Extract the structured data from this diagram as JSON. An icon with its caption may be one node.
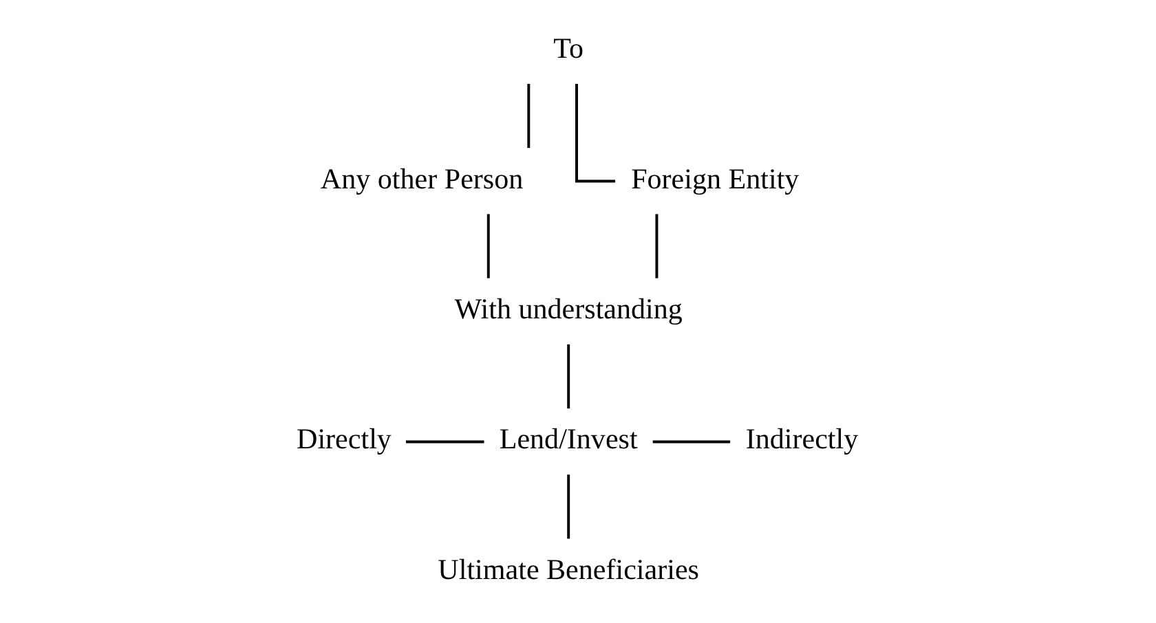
{
  "diagram": {
    "nodes": [
      {
        "text": [
          "To"
        ]
      },
      {
        "text": [
          "Any other Person"
        ]
      },
      {
        "text": [
          "Foreign Entity"
        ]
      },
      {
        "text": [
          "With understanding"
        ]
      },
      {
        "text": [
          "Directly"
        ]
      },
      {
        "text": [
          "Lend/Invest"
        ]
      },
      {
        "text": [
          "Indirectly"
        ]
      },
      {
        "text": [
          "Ultimate Beneficiaries"
        ]
      }
    ],
    "edges": [
      {
        "from": 0,
        "to": 1,
        "arrow": "none"
      },
      {
        "from": 0,
        "to": 2,
        "arrow": "none"
      },
      {
        "from": 1,
        "to": 3,
        "arrow": "none"
      },
      {
        "from": 2,
        "to": 3,
        "arrow": "none"
      },
      {
        "from": 3,
        "to": 5,
        "arrow": "none"
      },
      {
        "from": 4,
        "to": 5,
        "arrow": "none"
      },
      {
        "from": 5,
        "to": 6,
        "arrow": "none"
      },
      {
        "from": 5,
        "to": 7,
        "arrow": "none"
      }
    ]
  }
}
